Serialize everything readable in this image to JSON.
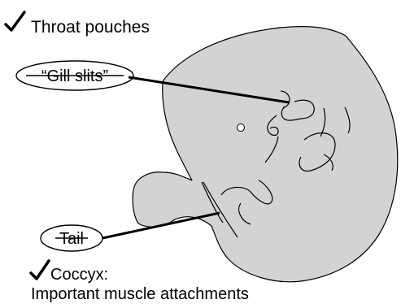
{
  "labels": {
    "throat_pouches": "Throat pouches",
    "gill_slits": "“Gill slits”",
    "tail": "Tail",
    "coccyx": "Coccyx:",
    "coccyx_note": "Important muscle attachments"
  },
  "icons": {
    "throat_check": "check-mark-icon",
    "coccyx_check": "check-mark-icon"
  },
  "colors": {
    "embryo_fill": "#d3d3d3",
    "outline": "#000000"
  }
}
